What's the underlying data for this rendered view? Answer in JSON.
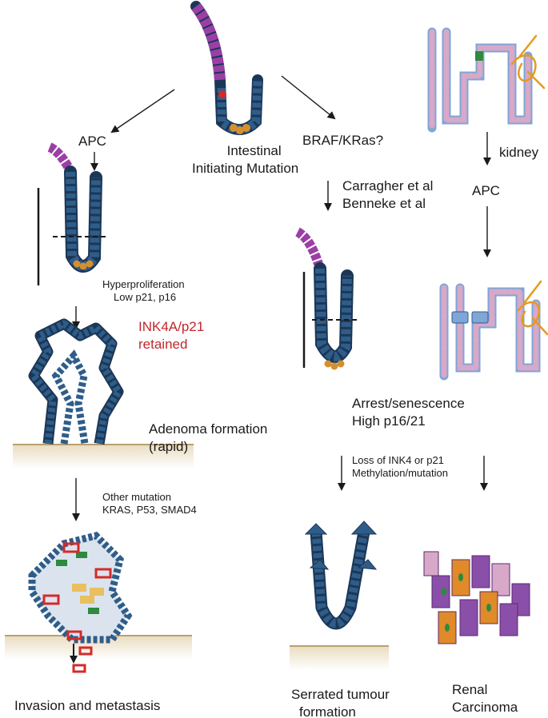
{
  "labels": {
    "initiating_line1": "Intestinal",
    "initiating_line2": "Initiating Mutation",
    "apc_left": "APC",
    "braf": "BRAF/KRas?",
    "kidney": "kidney",
    "apc_right": "APC",
    "refs_line1": "Carragher et al",
    "refs_line2": "Benneke et al",
    "hyper_line1": "Hyperproliferation",
    "hyper_line2": "Low p21, p16",
    "ink4a_line1": "INK4A/p21",
    "ink4a_line2": "retained",
    "adenoma_line1": "Adenoma formation",
    "adenoma_line2": "(rapid)",
    "arrest_line1": "Arrest/senescence",
    "arrest_line2": "High p16/21",
    "loss_line1": "Loss of INK4 or p21",
    "loss_line2": "Methylation/mutation",
    "other_line1": "Other mutation",
    "other_line2": "KRAS, P53, SMAD4",
    "invasion": "Invasion and metastasis",
    "serrated_line1": "Serrated tumour",
    "serrated_line2": "formation",
    "renal_line1": "Renal",
    "renal_line2": "Carcinoma"
  },
  "colors": {
    "crypt_cell": "#2f5d8a",
    "crypt_cell_dark": "#1c3756",
    "villus_cell": "#9b3fa6",
    "stem_cell": "#d4902f",
    "mutant_cell": "#d42a2a",
    "green_cell": "#2d8a3e",
    "yellow_cell": "#e8c060",
    "tubule_pink": "#d8a8c8",
    "tubule_blue": "#7fa6d6",
    "vessel_orange": "#e69a1d",
    "renal_purple": "#8a4fa8",
    "renal_orange": "#e08a2a",
    "stroma": "#f1e6cf",
    "accent_red": "#c0272d"
  }
}
